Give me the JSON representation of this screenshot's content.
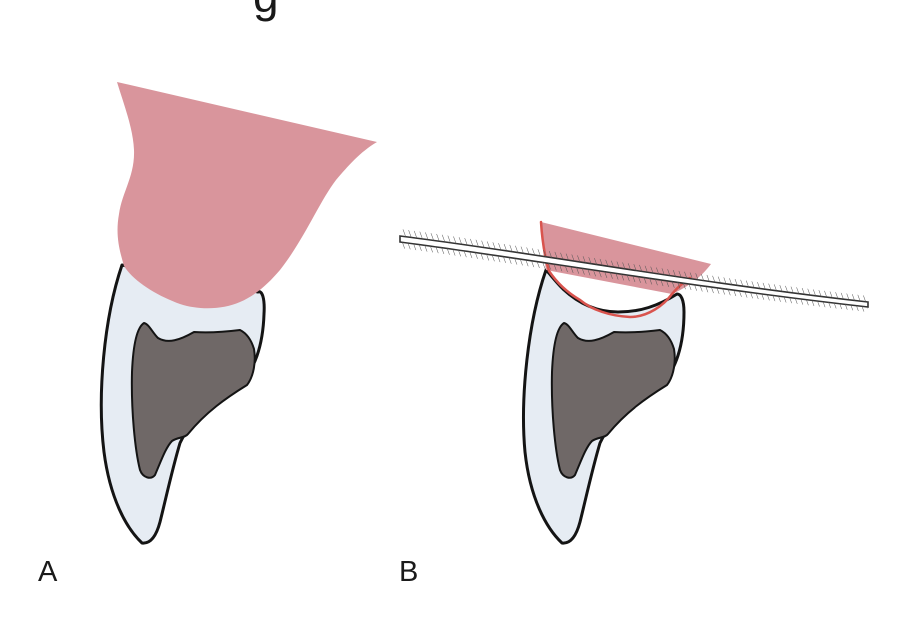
{
  "labels": {
    "panel_a": "A",
    "panel_b": "B"
  },
  "cropped_top_text": "g",
  "colors": {
    "gingiva": "#d9959c",
    "gingiva_incision": "#d9544e",
    "enamel": "#e6ecf3",
    "dentin": "#6f6867",
    "outline": "#141414",
    "scalpel_hatch": "#555555",
    "background": "#ffffff"
  },
  "icons": {
    "panel_a": "tooth-with-gingival-overgrowth",
    "panel_b": "tooth-with-blade-excision"
  }
}
